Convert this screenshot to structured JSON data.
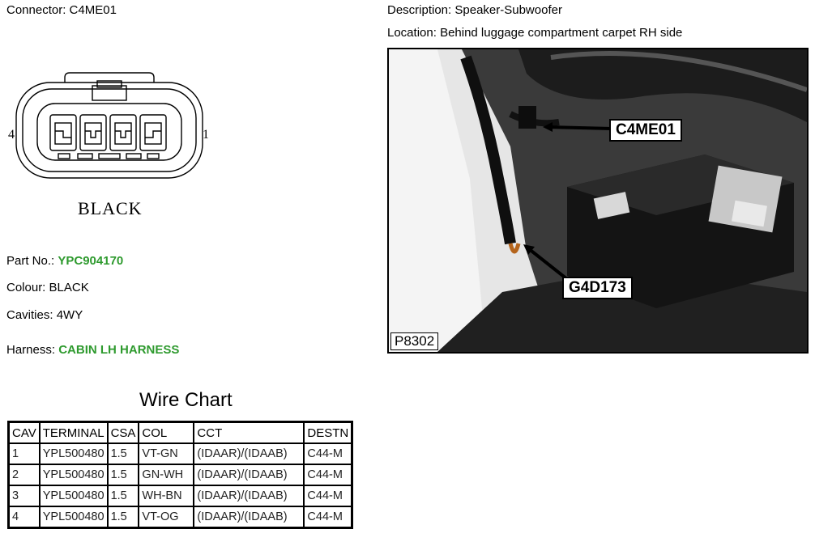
{
  "header": {
    "connector_label": "Connector:",
    "connector_value": "C4ME01",
    "description_label": "Description:",
    "description_value": "Speaker-Subwoofer",
    "location_label": "Location:",
    "location_value": "Behind luggage compartment carpet RH side"
  },
  "connector_diagram": {
    "color_label": "BLACK",
    "pin_left": "4",
    "pin_right": "1"
  },
  "details": {
    "part_no_label": "Part No.:",
    "part_no_value": "YPC904170",
    "colour_label": "Colour:",
    "colour_value": "BLACK",
    "cavities_label": "Cavities:",
    "cavities_value": "4WY",
    "harness_label": "Harness:",
    "harness_value": "CABIN LH HARNESS",
    "highlight_color": "#2e9a2e"
  },
  "photo": {
    "callout_connector": "C4ME01",
    "callout_ground": "G4D173",
    "photo_id": "P8302"
  },
  "wire_chart": {
    "title": "Wire Chart",
    "headers": [
      "CAV",
      "TERMINAL",
      "CSA",
      "COL",
      "CCT",
      "DESTN"
    ],
    "rows": [
      [
        "1",
        "YPL500480",
        "1.5",
        "VT-GN",
        "(IDAAR)/(IDAAB)",
        "C44-M"
      ],
      [
        "2",
        "YPL500480",
        "1.5",
        "GN-WH",
        "(IDAAR)/(IDAAB)",
        "C44-M"
      ],
      [
        "3",
        "YPL500480",
        "1.5",
        "WH-BN",
        "(IDAAR)/(IDAAB)",
        "C44-M"
      ],
      [
        "4",
        "YPL500480",
        "1.5",
        "VT-OG",
        "(IDAAR)/(IDAAB)",
        "C44-M"
      ]
    ]
  }
}
